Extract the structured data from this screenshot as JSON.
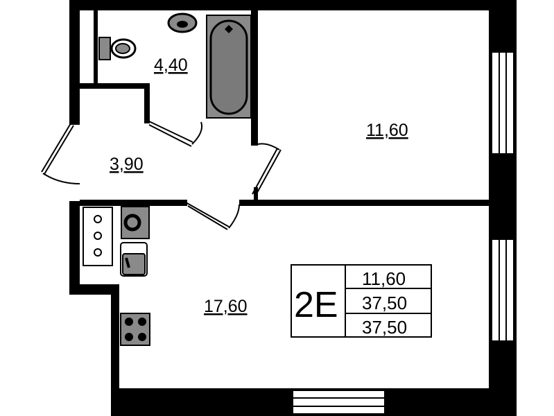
{
  "rooms": {
    "bathroom_area": "4,40",
    "hallway_area": "3,90",
    "bedroom_area": "11,60",
    "kitchen_living_area": "17,60"
  },
  "info_table": {
    "apartment_type": "2E",
    "living_area": "11,60",
    "total_area": "37,50",
    "total_area_2": "37,50"
  },
  "colors": {
    "wall": "#000000",
    "fixture": "#8a8a8a",
    "floor": "#ffffff"
  }
}
